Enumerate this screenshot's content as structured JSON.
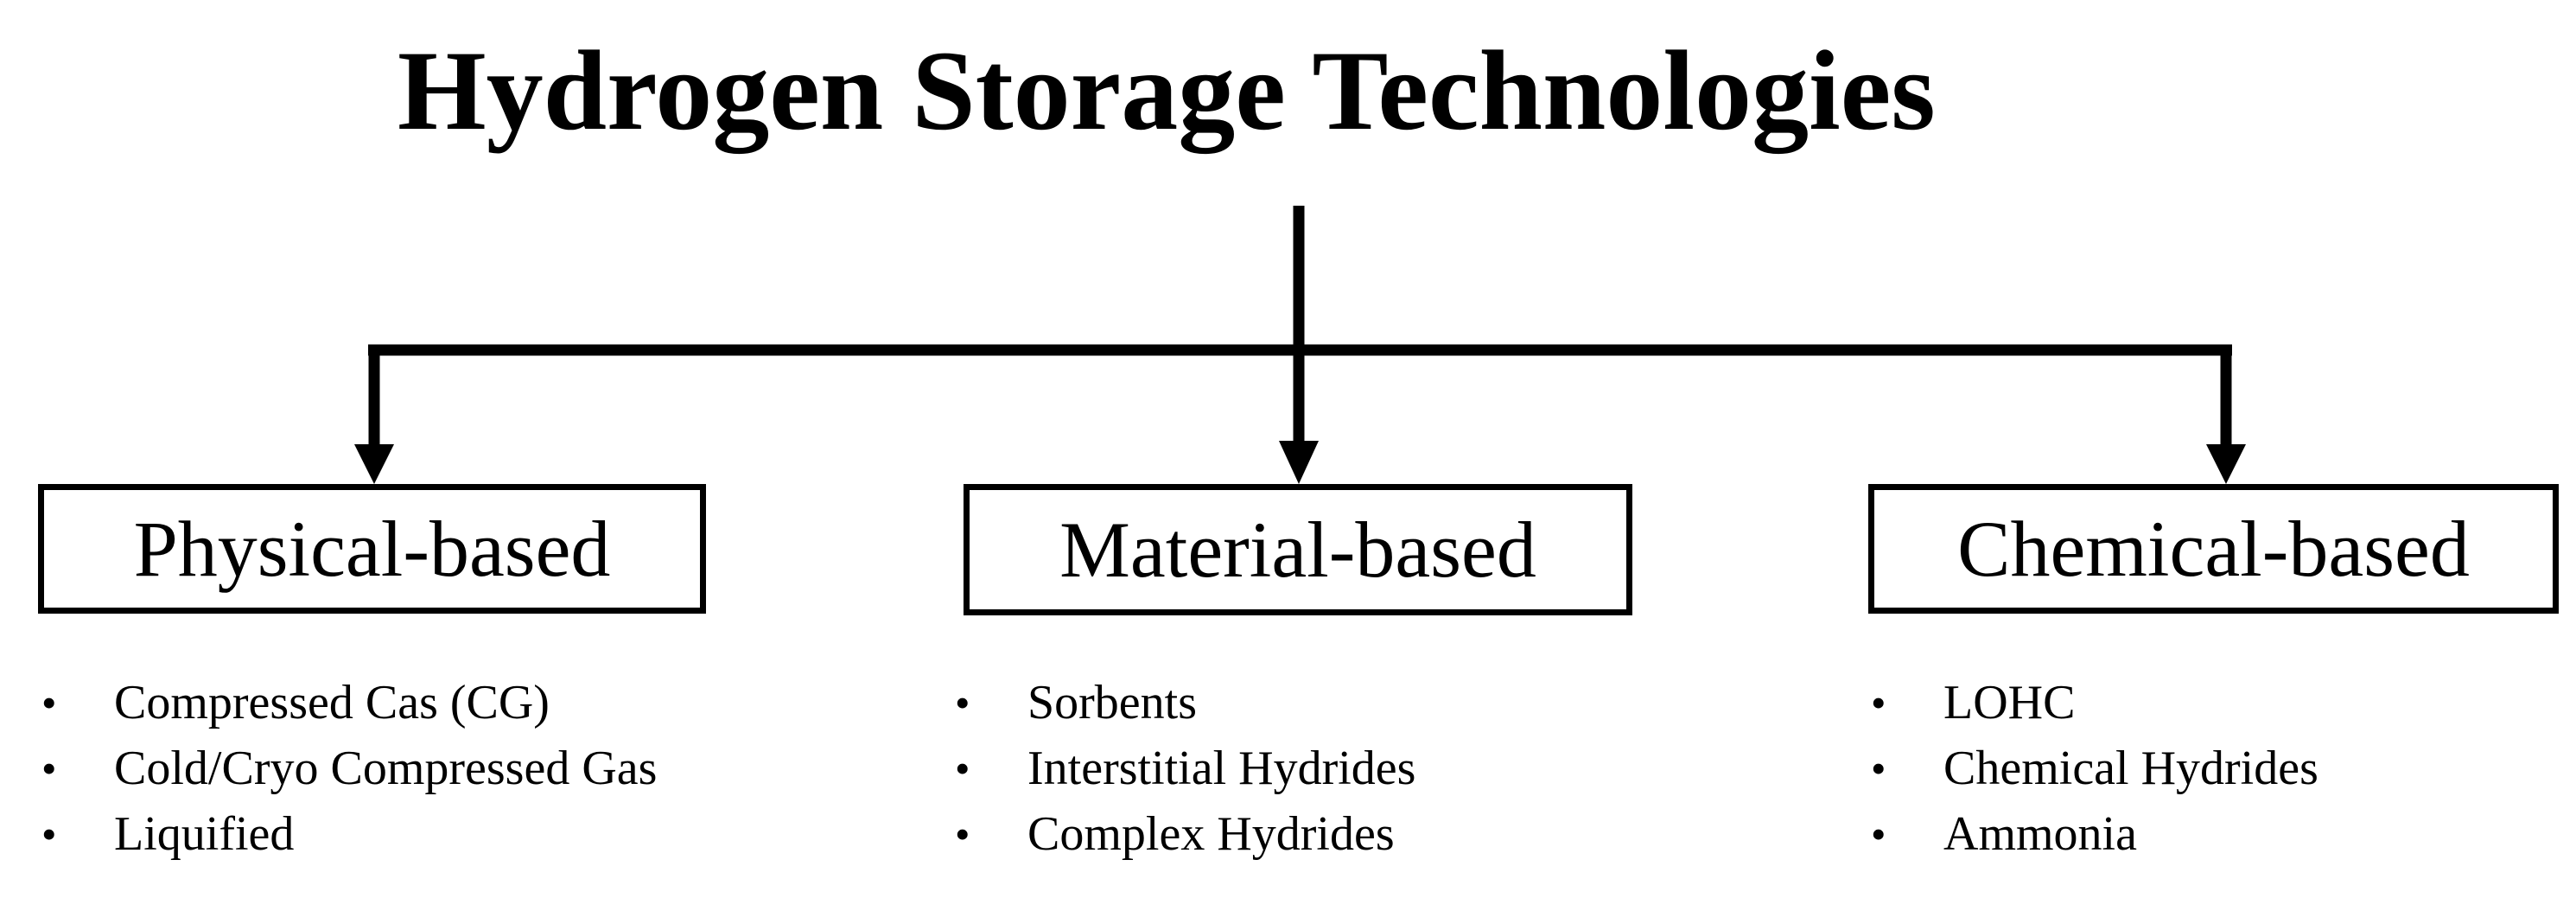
{
  "title": "Hydrogen Storage Technologies",
  "categories": [
    {
      "label": "Physical-based",
      "items": [
        "Compressed Cas (CG)",
        "Cold/Cryo Compressed Gas",
        "Liquified"
      ]
    },
    {
      "label": "Material-based",
      "items": [
        "Sorbents",
        "Interstitial Hydrides",
        "Complex Hydrides"
      ]
    },
    {
      "label": "Chemical-based",
      "items": [
        "LOHC",
        "Chemical Hydrides",
        "Ammonia"
      ]
    }
  ],
  "bullet_symbol": "•",
  "colors": {
    "line": "#000000",
    "text": "#000000",
    "background": "#ffffff"
  }
}
